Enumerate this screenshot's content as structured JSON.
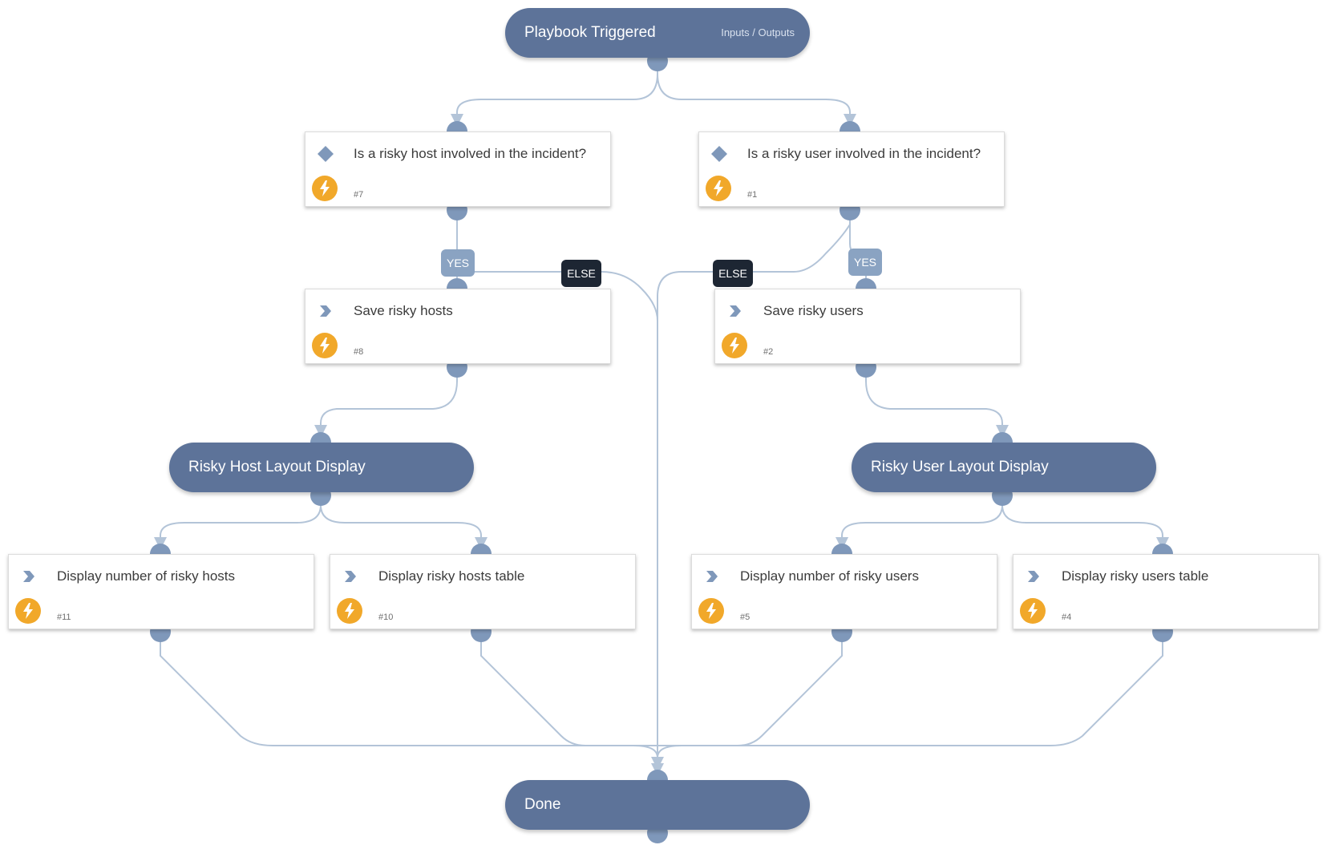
{
  "start": {
    "title": "Playbook Triggered",
    "io_label": "Inputs / Outputs"
  },
  "tasks": [
    {
      "key": "t7",
      "type": "condition",
      "name": "Is a risky host involved in the incident?",
      "id": "#7"
    },
    {
      "key": "t1",
      "type": "condition",
      "name": "Is a risky user involved in the incident?",
      "id": "#1"
    },
    {
      "key": "t8",
      "type": "regular",
      "name": "Save risky hosts",
      "id": "#8"
    },
    {
      "key": "t2",
      "type": "regular",
      "name": "Save risky users",
      "id": "#2"
    },
    {
      "key": "t11",
      "type": "regular",
      "name": "Display number of risky hosts",
      "id": "#11"
    },
    {
      "key": "t10",
      "type": "regular",
      "name": "Display risky hosts table",
      "id": "#10"
    },
    {
      "key": "t5",
      "type": "regular",
      "name": "Display number of risky users",
      "id": "#5"
    },
    {
      "key": "t4",
      "type": "regular",
      "name": "Display risky users table",
      "id": "#4"
    }
  ],
  "sections": [
    {
      "key": "host_section",
      "title": "Risky Host Layout Display"
    },
    {
      "key": "user_section",
      "title": "Risky User Layout Display"
    }
  ],
  "branch_labels": {
    "yes": "YES",
    "else": "ELSE"
  },
  "end": {
    "title": "Done"
  },
  "colors": {
    "header": "#5d7399",
    "connector": "#7f98ba",
    "edge": "#b3c4d8",
    "yes": "#8aa3c2",
    "else": "#1d2633",
    "automation_badge": "#f1a82a",
    "condition_icon": "#7f98ba"
  },
  "icons": {
    "condition": "diamond-icon",
    "regular": "chevron-right-icon",
    "automation": "lightning-bolt-icon"
  }
}
